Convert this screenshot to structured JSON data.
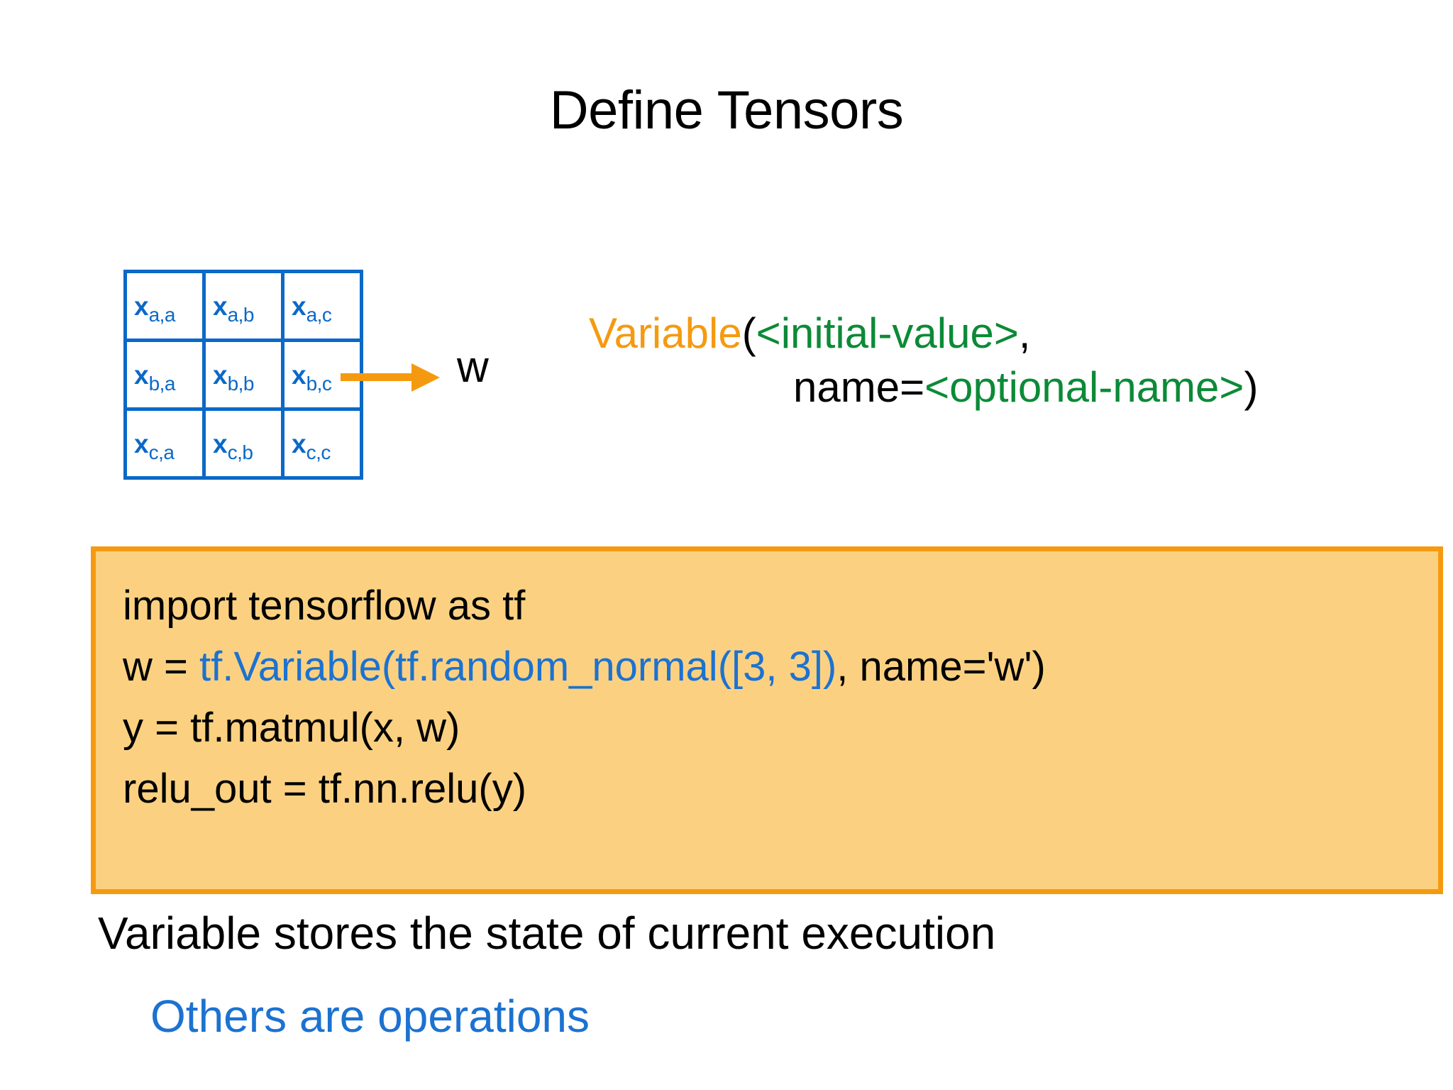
{
  "slide": {
    "title": "Define Tensors"
  },
  "matrix": {
    "caption_label": "w",
    "arrow_icon": "right-arrow-icon",
    "rows": [
      [
        {
          "var": "x",
          "sub": "a,a"
        },
        {
          "var": "x",
          "sub": "a,b"
        },
        {
          "var": "x",
          "sub": "a,c"
        }
      ],
      [
        {
          "var": "x",
          "sub": "b,a"
        },
        {
          "var": "x",
          "sub": "b,b"
        },
        {
          "var": "x",
          "sub": "b,c"
        }
      ],
      [
        {
          "var": "x",
          "sub": "c,a"
        },
        {
          "var": "x",
          "sub": "c,b"
        },
        {
          "var": "x",
          "sub": "c,c"
        }
      ]
    ]
  },
  "signature": {
    "line1": [
      {
        "text": "Variable",
        "color": "orange"
      },
      {
        "text": "(",
        "color": "black"
      },
      {
        "text": "<initial-value>",
        "color": "green"
      },
      {
        "text": ",",
        "color": "black"
      }
    ],
    "line2": [
      {
        "text": "name=",
        "color": "black"
      },
      {
        "text": "<optional-name>",
        "color": "green"
      },
      {
        "text": ")",
        "color": "black"
      }
    ]
  },
  "code": {
    "lines": [
      [
        {
          "text": "import tensorflow as tf",
          "color": "black"
        }
      ],
      [
        {
          "text": "w = ",
          "color": "black"
        },
        {
          "text": "tf.Variable(tf.random_normal([3, 3])",
          "color": "blue"
        },
        {
          "text": ", name='w')",
          "color": "black"
        }
      ],
      [
        {
          "text": "y = tf.matmul(x, w)",
          "color": "black"
        }
      ],
      [
        {
          "text": "relu_out = tf.nn.relu(y)",
          "color": "black"
        }
      ]
    ]
  },
  "bullets": {
    "first": "Variable stores the state of current execution",
    "second": "Others are operations"
  },
  "colors": {
    "orange_accent": "#F59A10",
    "code_box_fill": "#FBD181",
    "code_box_border": "#F59A10",
    "matrix_blue": "#0B69C7",
    "code_blue": "#1C72D0",
    "green": "#0C8A37",
    "black": "#000000",
    "background": "#FFFFFF"
  }
}
